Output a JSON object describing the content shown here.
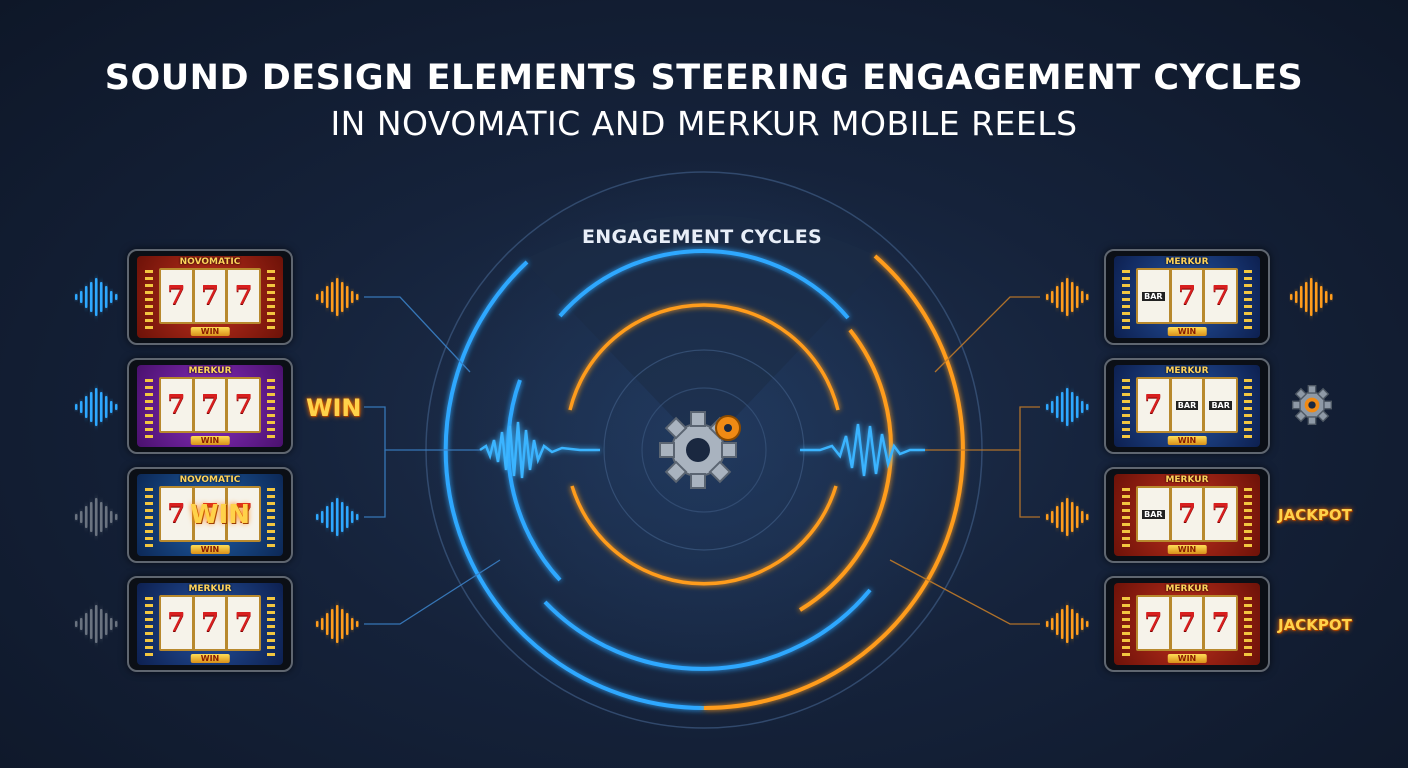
{
  "title": "SOUND DESIGN ELEMENTS STEERING ENGAGEMENT CYCLES",
  "subtitle": "IN NOVOMATIC AND MERKUR MOBILE REELS",
  "center_label": "ENGAGEMENT CYCLES",
  "colors": {
    "blue": "#2fa8ff",
    "orange": "#ff9c1a",
    "background": "#15223a"
  },
  "left_phones": [
    {
      "brand": "NOVOMATIC",
      "theme": "red",
      "reels": [
        "7",
        "7",
        "7"
      ],
      "win": "WIN"
    },
    {
      "brand": "MERKUR",
      "theme": "purple",
      "reels": [
        "7",
        "7",
        "7"
      ],
      "win": "WIN"
    },
    {
      "brand": "NOVOMATIC",
      "theme": "blue",
      "reels": [
        "7",
        "7",
        "7"
      ],
      "win": "WIN",
      "overlay": "WIN"
    },
    {
      "brand": "MERKUR",
      "theme": "navy",
      "reels": [
        "7",
        "7",
        "7"
      ],
      "win": "WIN"
    }
  ],
  "right_phones": [
    {
      "brand": "MERKUR",
      "theme": "navy",
      "reels": [
        "BAR",
        "7",
        "7"
      ],
      "win": "WIN"
    },
    {
      "brand": "MERKUR",
      "theme": "navy",
      "reels": [
        "7",
        "BAR",
        "BAR"
      ],
      "win": "WIN"
    },
    {
      "brand": "MERKUR",
      "theme": "red",
      "reels": [
        "BAR",
        "7",
        "7"
      ],
      "win": "WIN"
    },
    {
      "brand": "MERKUR",
      "theme": "red",
      "reels": [
        "7",
        "7",
        "7"
      ],
      "win": "WIN"
    }
  ],
  "badges": {
    "left_win": "WIN",
    "jackpot_1": "JACKPOT",
    "jackpot_2": "JACKPOT"
  },
  "icons": {
    "center": "gear-icon",
    "side": "gear-icon",
    "sound": "sound-wave-icon"
  }
}
